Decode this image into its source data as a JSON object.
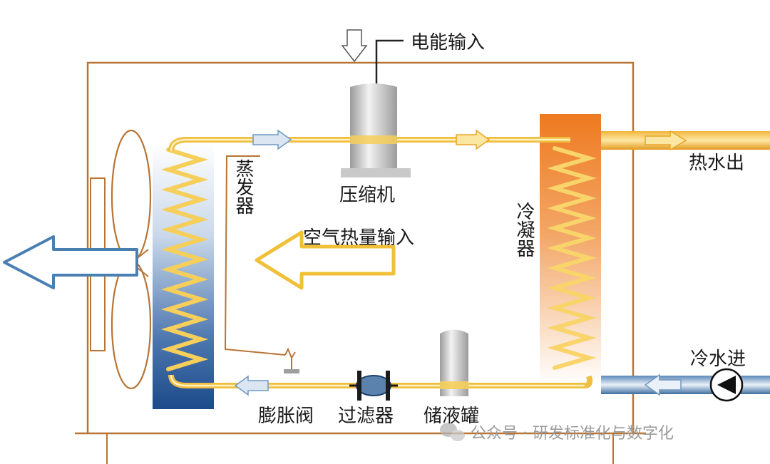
{
  "labels": {
    "power_input": "电能输入",
    "compressor": "压缩机",
    "hot_water_out": "热水出",
    "evaporator": "蒸发器",
    "air_heat_input": "空气热量输入",
    "condenser": "冷凝器",
    "cold_water_in": "冷水进",
    "expansion_valve": "膨胀阀",
    "filter": "过滤器",
    "receiver": "储液罐"
  },
  "watermark": "公众号 · 研发标准化与数字化",
  "colors": {
    "frame": "#b87435",
    "pipe": "#f2c34f",
    "coil": "#f6cf5a",
    "condenser_hot": "#ef7f25",
    "evaporator_cold": "#1e4c8d",
    "arrow_blue": "#4a7fb2"
  }
}
